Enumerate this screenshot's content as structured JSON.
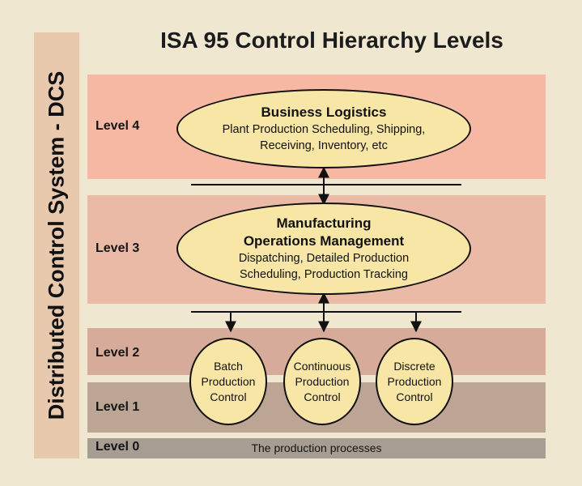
{
  "title": "ISA 95 Control Hierarchy Levels",
  "side_label": "Distributed Control System - DCS",
  "levels": {
    "level4": "Level 4",
    "level3": "Level 3",
    "level2": "Level 2",
    "level1": "Level 1",
    "level0": "Level 0"
  },
  "level0_text": "The production processes",
  "business": {
    "heading": "Business Logistics",
    "line1": "Plant Production Scheduling, Shipping,",
    "line2": "Receiving, Inventory, etc"
  },
  "mom": {
    "heading1": "Manufacturing",
    "heading2": "Operations Management",
    "line1": "Dispatching, Detailed Production",
    "line2": "Scheduling, Production Tracking"
  },
  "controls": [
    {
      "line1": "Batch",
      "line2": "Production",
      "line3": "Control"
    },
    {
      "line1": "Continuous",
      "line2": "Production",
      "line3": "Control"
    },
    {
      "line1": "Discrete",
      "line2": "Production",
      "line3": "Control"
    }
  ],
  "colors": {
    "background": "#efe7cf",
    "side_bar": "#e8c9ad",
    "level4": "#f6b8a3",
    "level3": "#ebbaa6",
    "level2": "#d6ab99",
    "level1": "#bca595",
    "level0": "#a89d93",
    "ellipse_fill": "#f7e6a6"
  }
}
